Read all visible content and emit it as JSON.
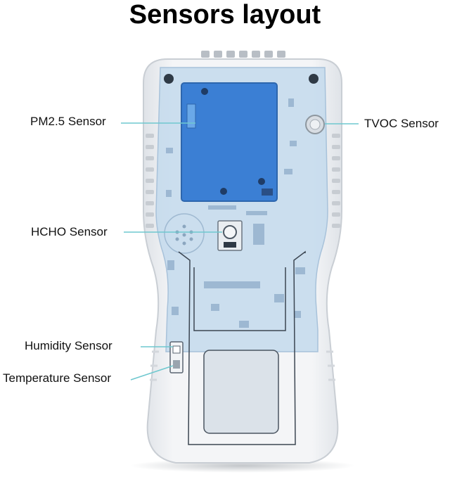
{
  "title": "Sensors layout",
  "labels": {
    "pm25": "PM2.5 Sensor",
    "tvoc": "TVOC Sensor",
    "hcho": "HCHO Sensor",
    "humidity": "Humidity Sensor",
    "temperature": "Temperature Sensor"
  },
  "colors": {
    "board": "#c3d9ec",
    "sensor_module": "#3b7fd4",
    "leader_line": "#6fc8cf",
    "case": "#eef0f3"
  }
}
